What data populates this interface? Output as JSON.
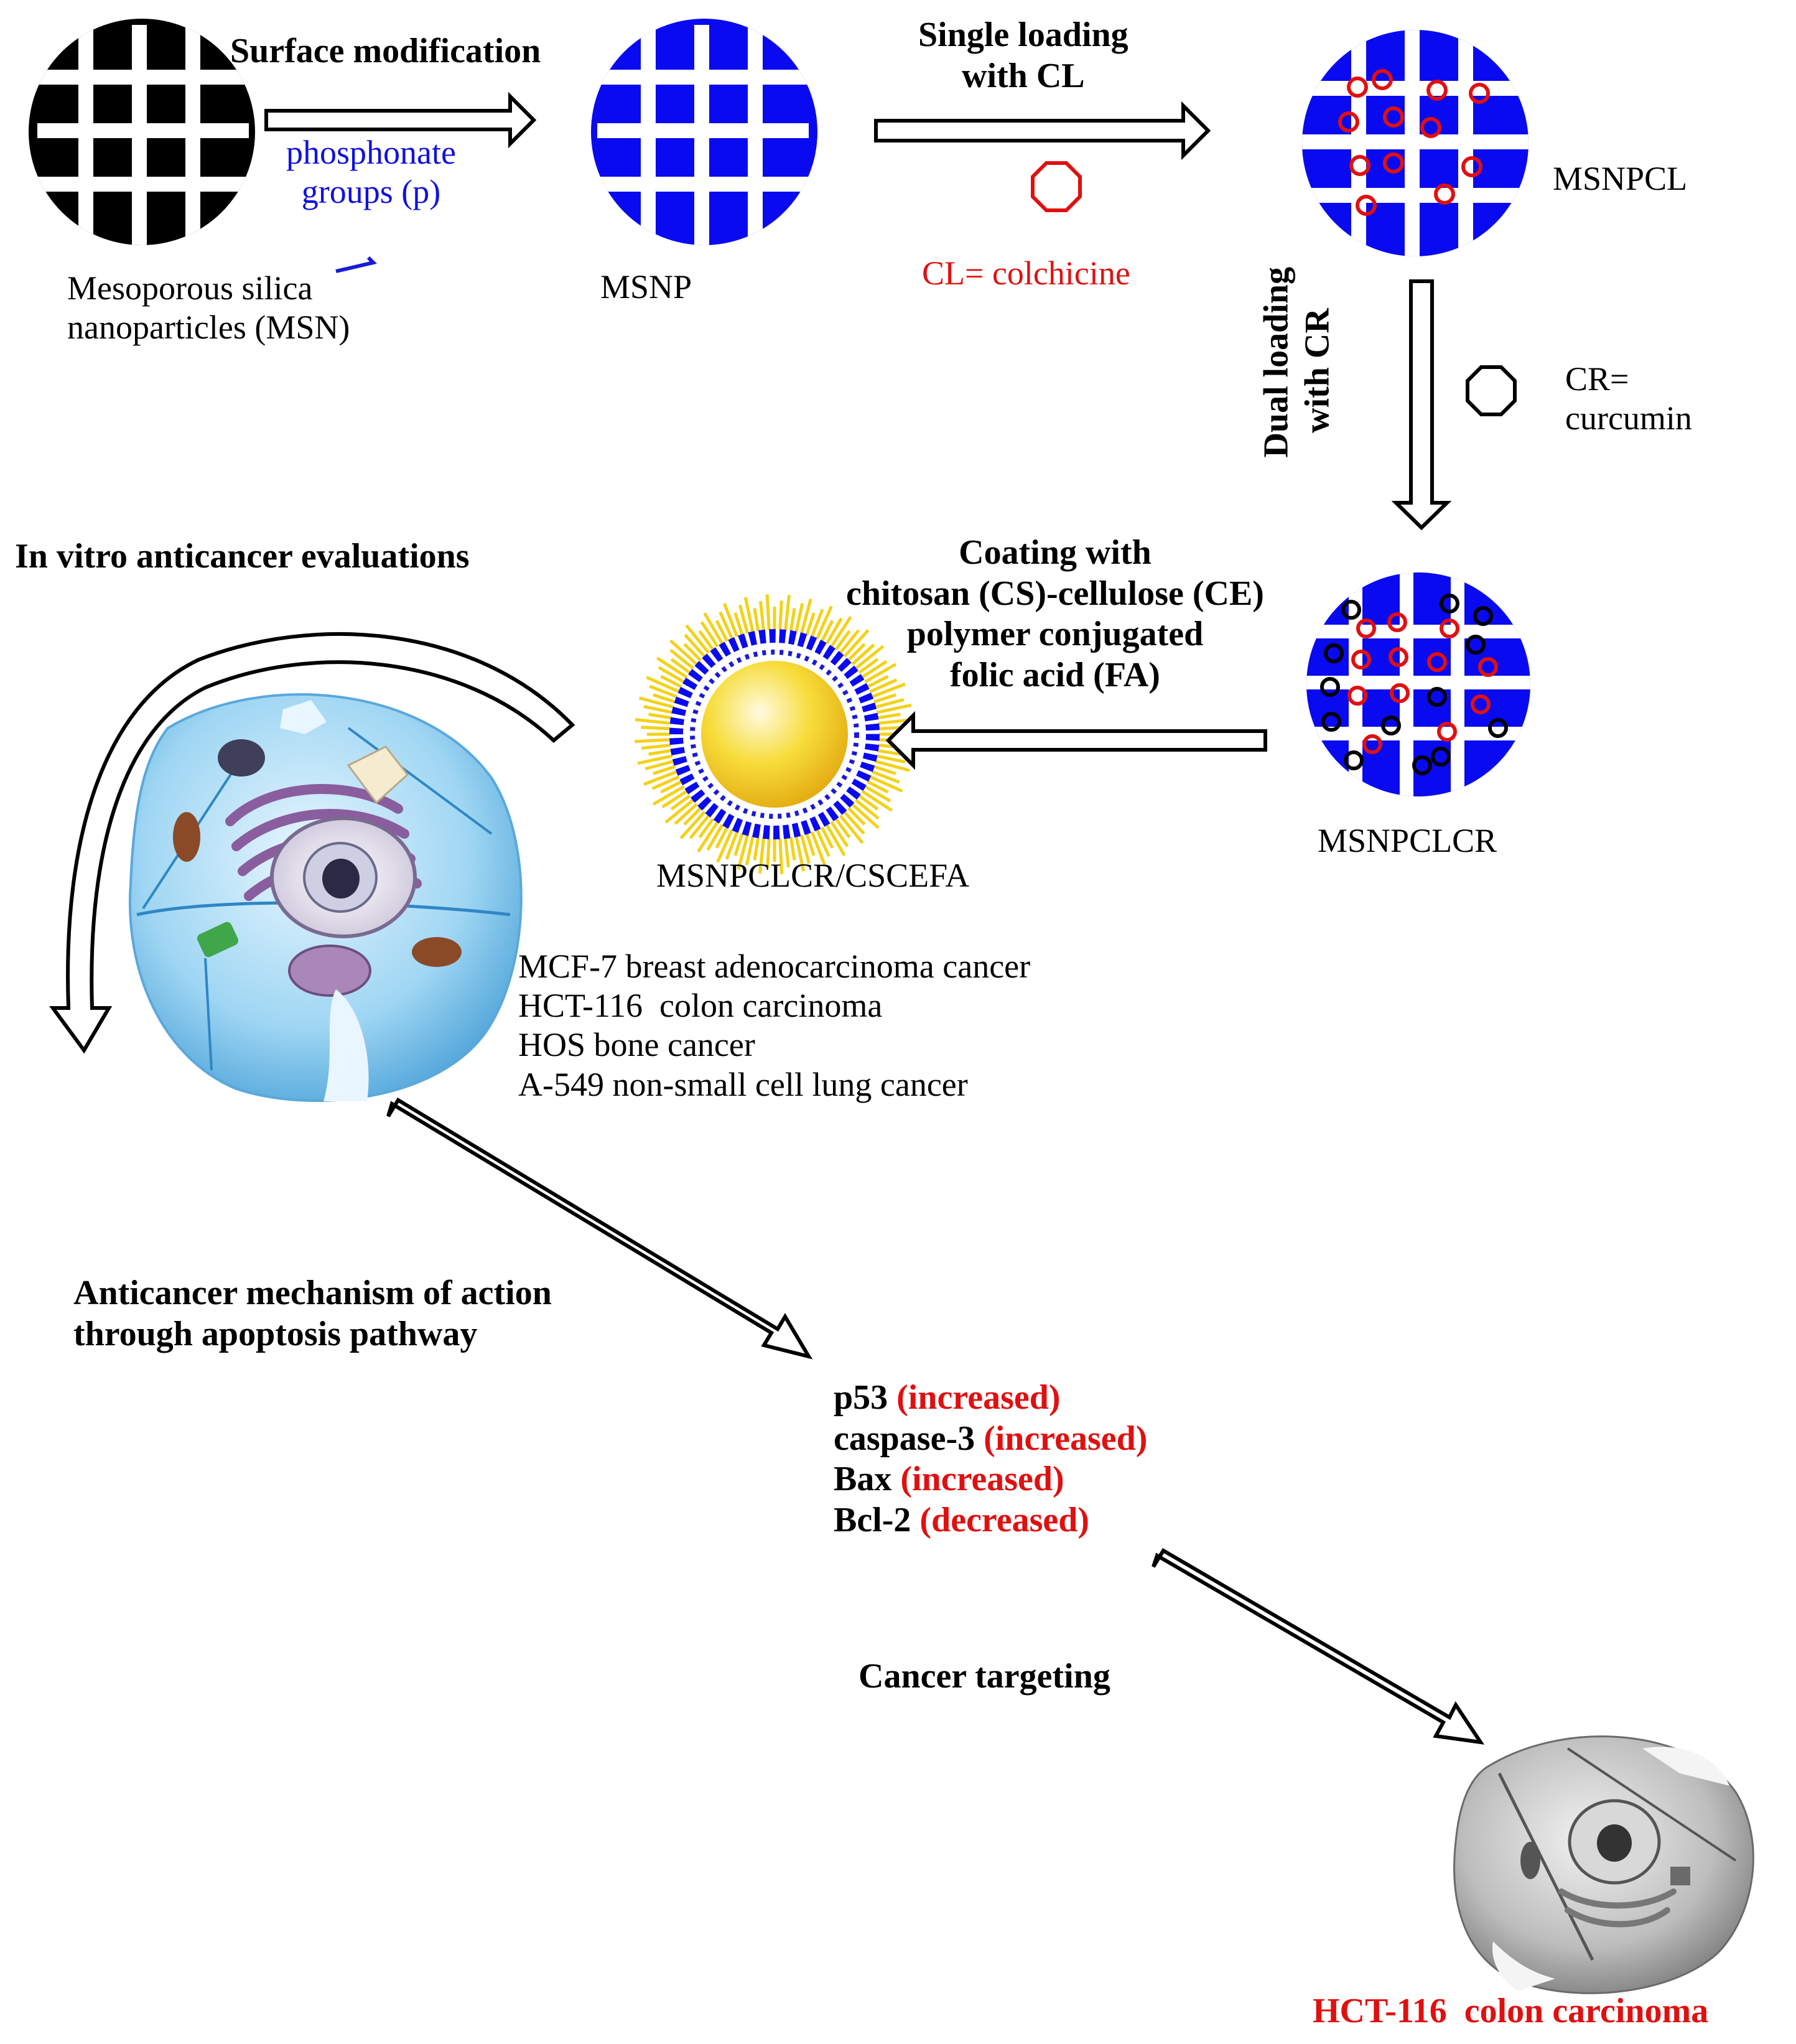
{
  "particles": {
    "msn": "Mesoporous silica\nnanoparticles (MSN)",
    "msnp": "MSNP",
    "msnpcl": "MSNPCL",
    "msnpclcr": "MSNPCLCR",
    "coated": "MSNPCLCR/CSCEFA"
  },
  "steps": {
    "surface_title": "Surface modification",
    "surface_sub": "phosphonate\ngroups (p)",
    "single_loading": "Single loading\nwith CL",
    "cl_def": "CL= colchicine",
    "dual_loading": "Dual loading\nwith CR",
    "cr_def": "CR=\ncurcumin",
    "coating": "Coating with\nchitosan (CS)-cellulose (CE)\npolymer conjugated\nfolic acid (FA)",
    "in_vitro": "In vitro anticancer evaluations",
    "mechanism": "Anticancer mechanism of action\nthrough apoptosis pathway",
    "targeting": "Cancer targeting"
  },
  "cell_lines": [
    "MCF-7 breast adenocarcinoma cancer",
    "HCT-116  colon carcinoma",
    "HOS bone cancer",
    "A-549 non-small cell lung cancer"
  ],
  "markers": [
    {
      "name": "p53",
      "change": "(increased)"
    },
    {
      "name": "caspase-3",
      "change": "(increased)"
    },
    {
      "name": "Bax",
      "change": "(increased)"
    },
    {
      "name": "Bcl-2",
      "change": "(decreased)"
    }
  ],
  "target_cell": "HCT-116  colon carcinoma",
  "colors": {
    "silica": "#000000",
    "modified": "#0a0af0",
    "colchicine": "#e01010",
    "curcumin": "#000000",
    "coating_yellow": "#f2d21a",
    "cell_blue": "#7ec8ee"
  }
}
